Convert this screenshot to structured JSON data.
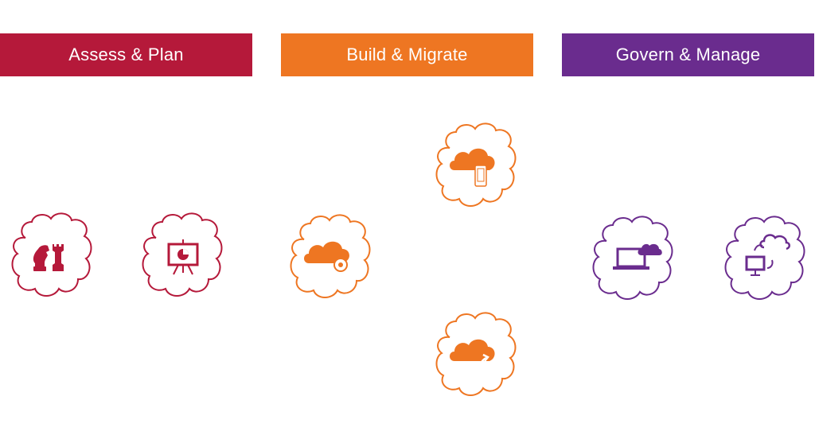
{
  "colors": {
    "assess": "#B5193A",
    "build": "#EE7622",
    "govern": "#6A2C8E",
    "icon_detail": "#ffffff"
  },
  "phases": [
    {
      "label": "Assess & Plan",
      "color_key": "assess"
    },
    {
      "label": "Build & Migrate",
      "color_key": "build"
    },
    {
      "label": "Govern & Manage",
      "color_key": "govern"
    }
  ],
  "clouds": [
    {
      "phase": "assess",
      "icon": "chess-pieces-icon"
    },
    {
      "phase": "assess",
      "icon": "presentation-board-icon"
    },
    {
      "phase": "build",
      "icon": "cloud-gear-icon"
    },
    {
      "phase": "build",
      "icon": "cloud-mobile-icon"
    },
    {
      "phase": "build",
      "icon": "cloud-upload-arrow-icon"
    },
    {
      "phase": "govern",
      "icon": "laptop-cloud-icon"
    },
    {
      "phase": "govern",
      "icon": "monitor-cloud-sync-icon"
    }
  ]
}
